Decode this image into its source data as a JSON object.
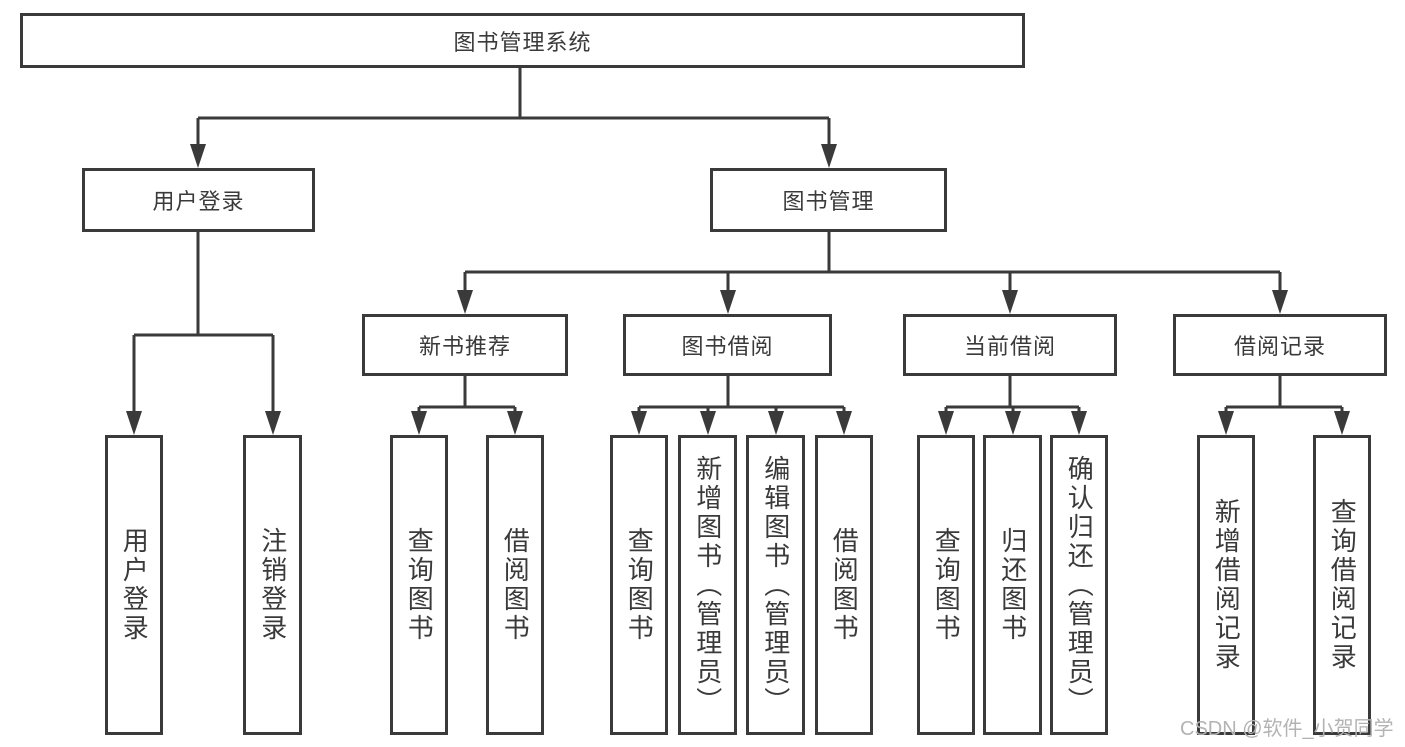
{
  "tree": {
    "root": "图书管理系统",
    "login": {
      "label": "用户登录",
      "children": [
        "用户登录",
        "注销登录"
      ]
    },
    "mgmt": {
      "label": "图书管理",
      "sections": [
        {
          "label": "新书推荐",
          "children": [
            "查询图书",
            "借阅图书"
          ]
        },
        {
          "label": "图书借阅",
          "children": [
            "查询图书",
            "新增图书（管理员）",
            "编辑图书（管理员）",
            "借阅图书"
          ]
        },
        {
          "label": "当前借阅",
          "children": [
            "查询图书",
            "归还图书",
            "确认归还（管理员）"
          ]
        },
        {
          "label": "借阅记录",
          "children": [
            "新增借阅记录",
            "查询借阅记录"
          ]
        }
      ]
    }
  },
  "watermark": {
    "text": "CSDN @软件_小贺同学"
  },
  "colors": {
    "line": "#3a3a3a",
    "text": "#3a3a3a",
    "box_background": "#ffffff",
    "watermark": "#b3b3b3"
  }
}
